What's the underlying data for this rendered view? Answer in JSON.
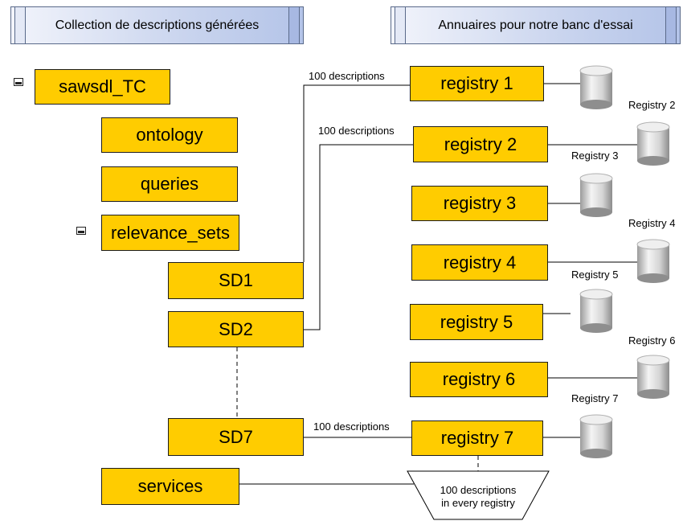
{
  "headers": {
    "left": "Collection de descriptions générées",
    "right": "Annuaires pour notre banc d'essai"
  },
  "tree": {
    "root": "sawsdl_TC",
    "ontology": "ontology",
    "queries": "queries",
    "relevance_sets": "relevance_sets",
    "sd1": "SD1",
    "sd2": "SD2",
    "sd7": "SD7",
    "services": "services"
  },
  "registries": [
    "registry 1",
    "registry 2",
    "registry 3",
    "registry 4",
    "registry 5",
    "registry 6",
    "registry 7"
  ],
  "db_labels": [
    "Registry 2",
    "Registry 3",
    "Registry 4",
    "Registry 5",
    "Registry 6",
    "Registry 7"
  ],
  "edge_labels": {
    "sd1": "100 descriptions",
    "sd2": "100 descriptions",
    "sd7": "100 descriptions"
  },
  "funnel": {
    "line1": "100 descriptions",
    "line2": "in every registry"
  },
  "colors": {
    "box": "#ffcc00",
    "header": "#c9d4ee"
  }
}
